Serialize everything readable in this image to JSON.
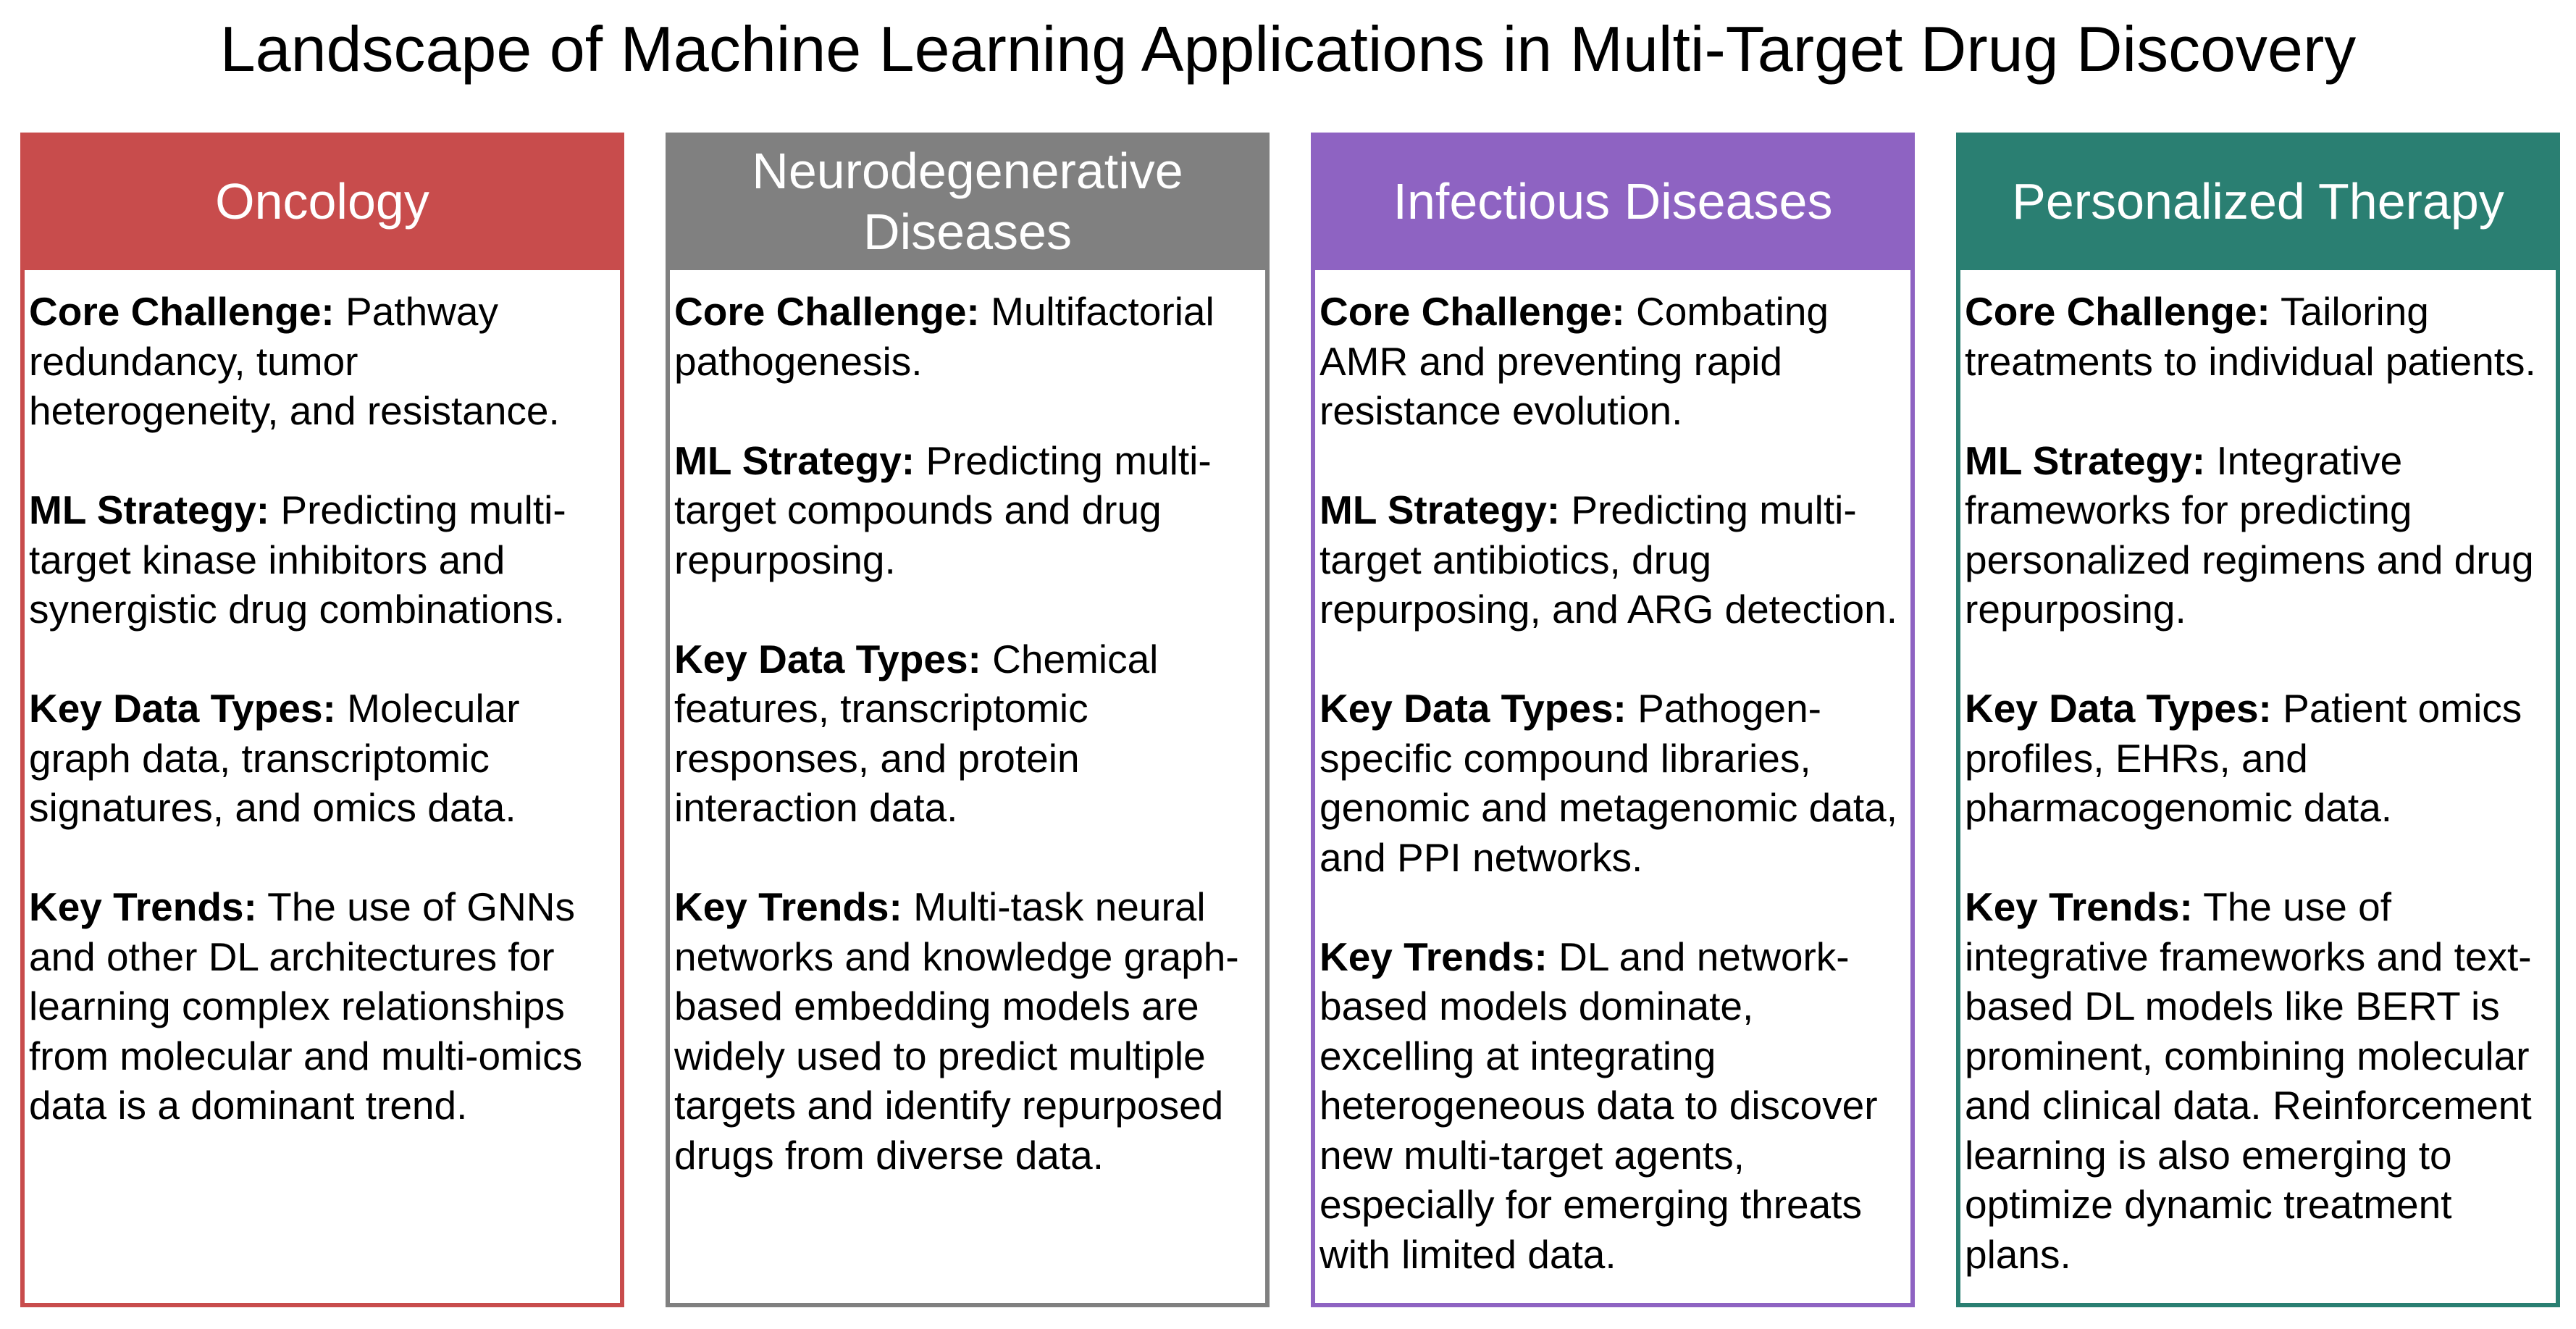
{
  "title": "Landscape of Machine Learning Applications in Multi-Target Drug Discovery",
  "colors": {
    "oncology": "#C84C4C",
    "neurodegenerative": "#808080",
    "infectious": "#8E63C2",
    "personalized": "#2A7F72"
  },
  "panels": [
    {
      "header": "Oncology",
      "sections": [
        {
          "label": "Core Challenge:",
          "text": "Pathway redundancy, tumor heterogeneity, and resistance."
        },
        {
          "label": "ML Strategy:",
          "text": "Predicting multi-target kinase inhibitors and synergistic drug combinations."
        },
        {
          "label": "Key Data Types:",
          "text": "Molecular graph data, transcriptomic signatures, and omics data."
        },
        {
          "label": "Key Trends:",
          "text": "The use of GNNs and other DL architectures for learning complex relationships from molecular and multi-omics data is a dominant trend."
        }
      ]
    },
    {
      "header": "Neurodegenerative Diseases",
      "sections": [
        {
          "label": "Core Challenge:",
          "text": "Multifactorial pathogenesis."
        },
        {
          "label": "ML Strategy:",
          "text": "Predicting multi-target compounds and drug repurposing."
        },
        {
          "label": "Key Data Types:",
          "text": "Chemical features, transcriptomic responses, and protein interaction data."
        },
        {
          "label": "Key Trends:",
          "text": "Multi-task neural networks and knowledge graph-based embedding models are widely used to predict multiple targets and identify repurposed drugs from diverse data."
        }
      ]
    },
    {
      "header": "Infectious Diseases",
      "sections": [
        {
          "label": "Core Challenge:",
          "text": "Combating AMR and preventing rapid resistance evolution."
        },
        {
          "label": "ML Strategy:",
          "text": "Predicting multi-target antibiotics, drug repurposing, and ARG detection."
        },
        {
          "label": "Key Data Types:",
          "text": "Pathogen-specific compound libraries, genomic and metagenomic data, and PPI networks."
        },
        {
          "label": "Key Trends:",
          "text": "DL and network-based models dominate, excelling at integrating heterogeneous data to discover new multi-target agents, especially for emerging threats with limited data."
        }
      ]
    },
    {
      "header": "Personalized Therapy",
      "sections": [
        {
          "label": "Core Challenge:",
          "text": "Tailoring treatments to individual patients."
        },
        {
          "label": "ML Strategy:",
          "text": "Integrative frameworks for predicting personalized regimens and drug repurposing."
        },
        {
          "label": "Key Data Types:",
          "text": "Patient omics profiles, EHRs, and pharmacogenomic data."
        },
        {
          "label": "Key Trends:",
          "text": "The use of integrative frameworks and text-based DL models like BERT is prominent, combining molecular and clinical data. Reinforcement learning is also emerging to optimize dynamic treatment plans."
        }
      ]
    }
  ]
}
